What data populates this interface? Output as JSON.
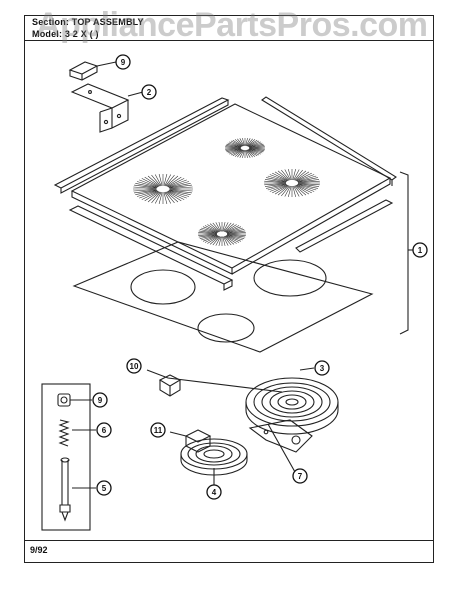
{
  "header": {
    "section_line": "Section: TOP ASSEMBLY",
    "model_line": "Model: 3 2 X ( )"
  },
  "watermark": "AppliancePartsPros.com",
  "footer": {
    "date": "9/92"
  },
  "callouts": [
    {
      "id": "c9a",
      "label": "9"
    },
    {
      "id": "c2",
      "label": "2"
    },
    {
      "id": "c1",
      "label": "1"
    },
    {
      "id": "c10",
      "label": "10"
    },
    {
      "id": "c3",
      "label": "3"
    },
    {
      "id": "c11",
      "label": "11"
    },
    {
      "id": "c4",
      "label": "4"
    },
    {
      "id": "c7",
      "label": "7"
    },
    {
      "id": "c9b",
      "label": "9"
    },
    {
      "id": "c6",
      "label": "6"
    },
    {
      "id": "c5",
      "label": "5"
    }
  ]
}
